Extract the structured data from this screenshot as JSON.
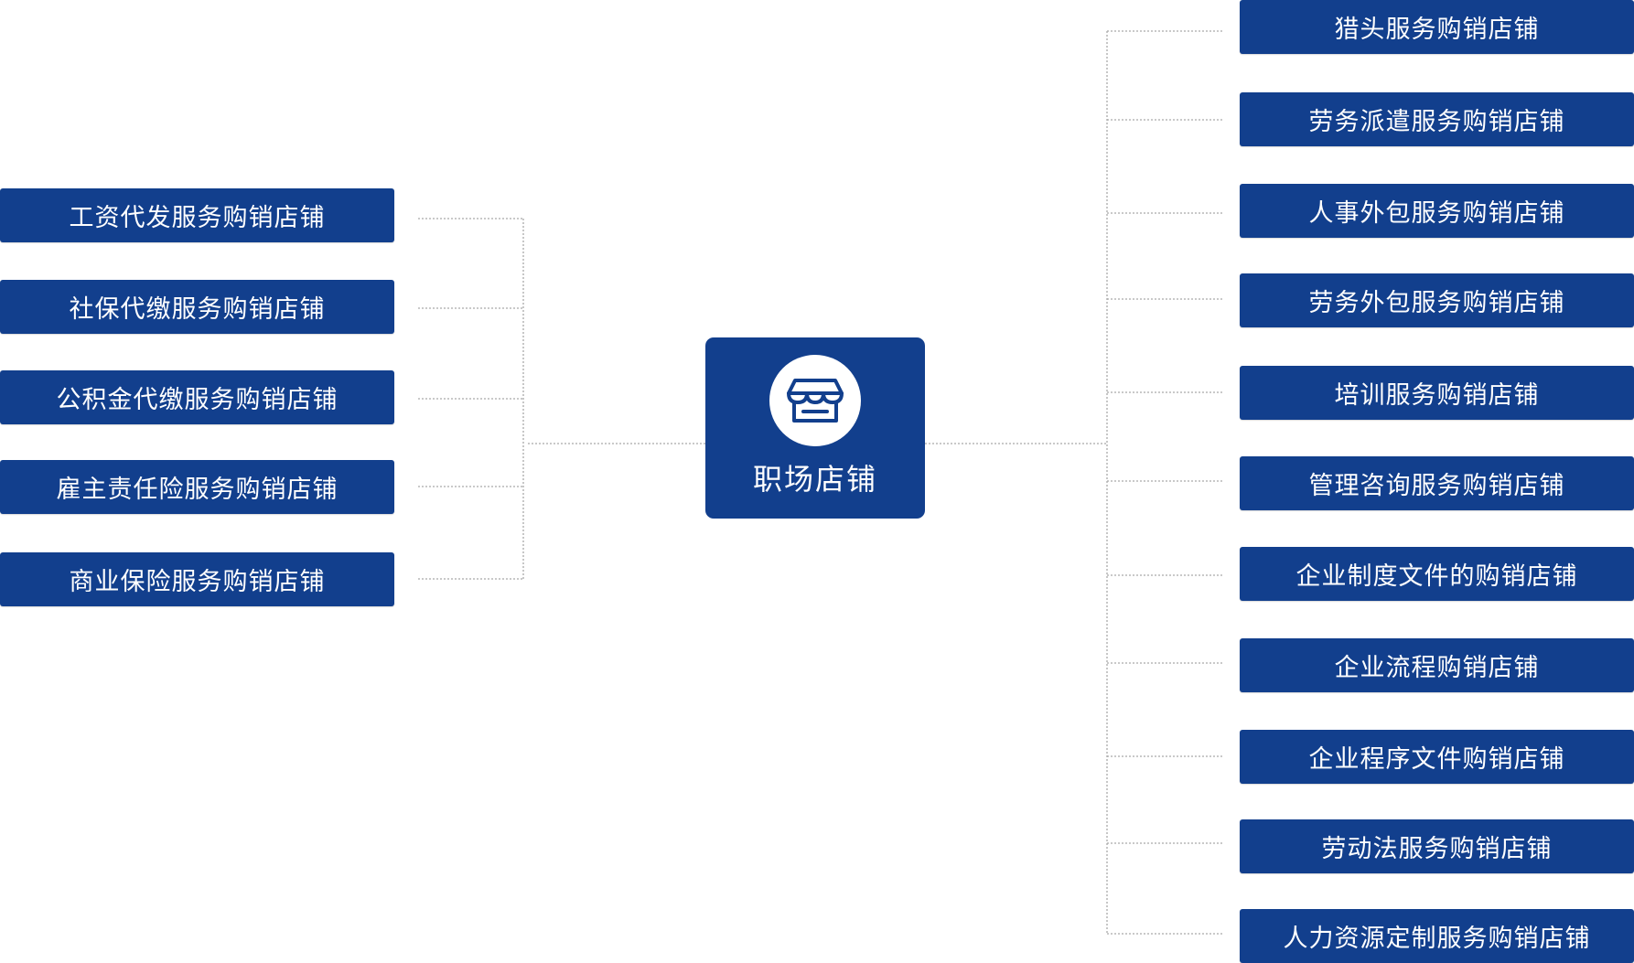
{
  "center": {
    "label": "职场店铺",
    "icon": "store-icon"
  },
  "left_nodes": [
    "工资代发服务购销店铺",
    "社保代缴服务购销店铺",
    "公积金代缴服务购销店铺",
    "雇主责任险服务购销店铺",
    "商业保险服务购销店铺"
  ],
  "right_nodes": [
    "猎头服务购销店铺",
    "劳务派遣服务购销店铺",
    "人事外包服务购销店铺",
    "劳务外包服务购销店铺",
    "培训服务购销店铺",
    "管理咨询服务购销店铺",
    "企业制度文件的购销店铺",
    "企业流程购销店铺",
    "企业程序文件购销店铺",
    "劳动法服务购销店铺",
    "人力资源定制服务购销店铺"
  ],
  "colors": {
    "node_fill": "#123f8d",
    "node_text": "#ffffff",
    "connector": "#a9a9a9"
  }
}
